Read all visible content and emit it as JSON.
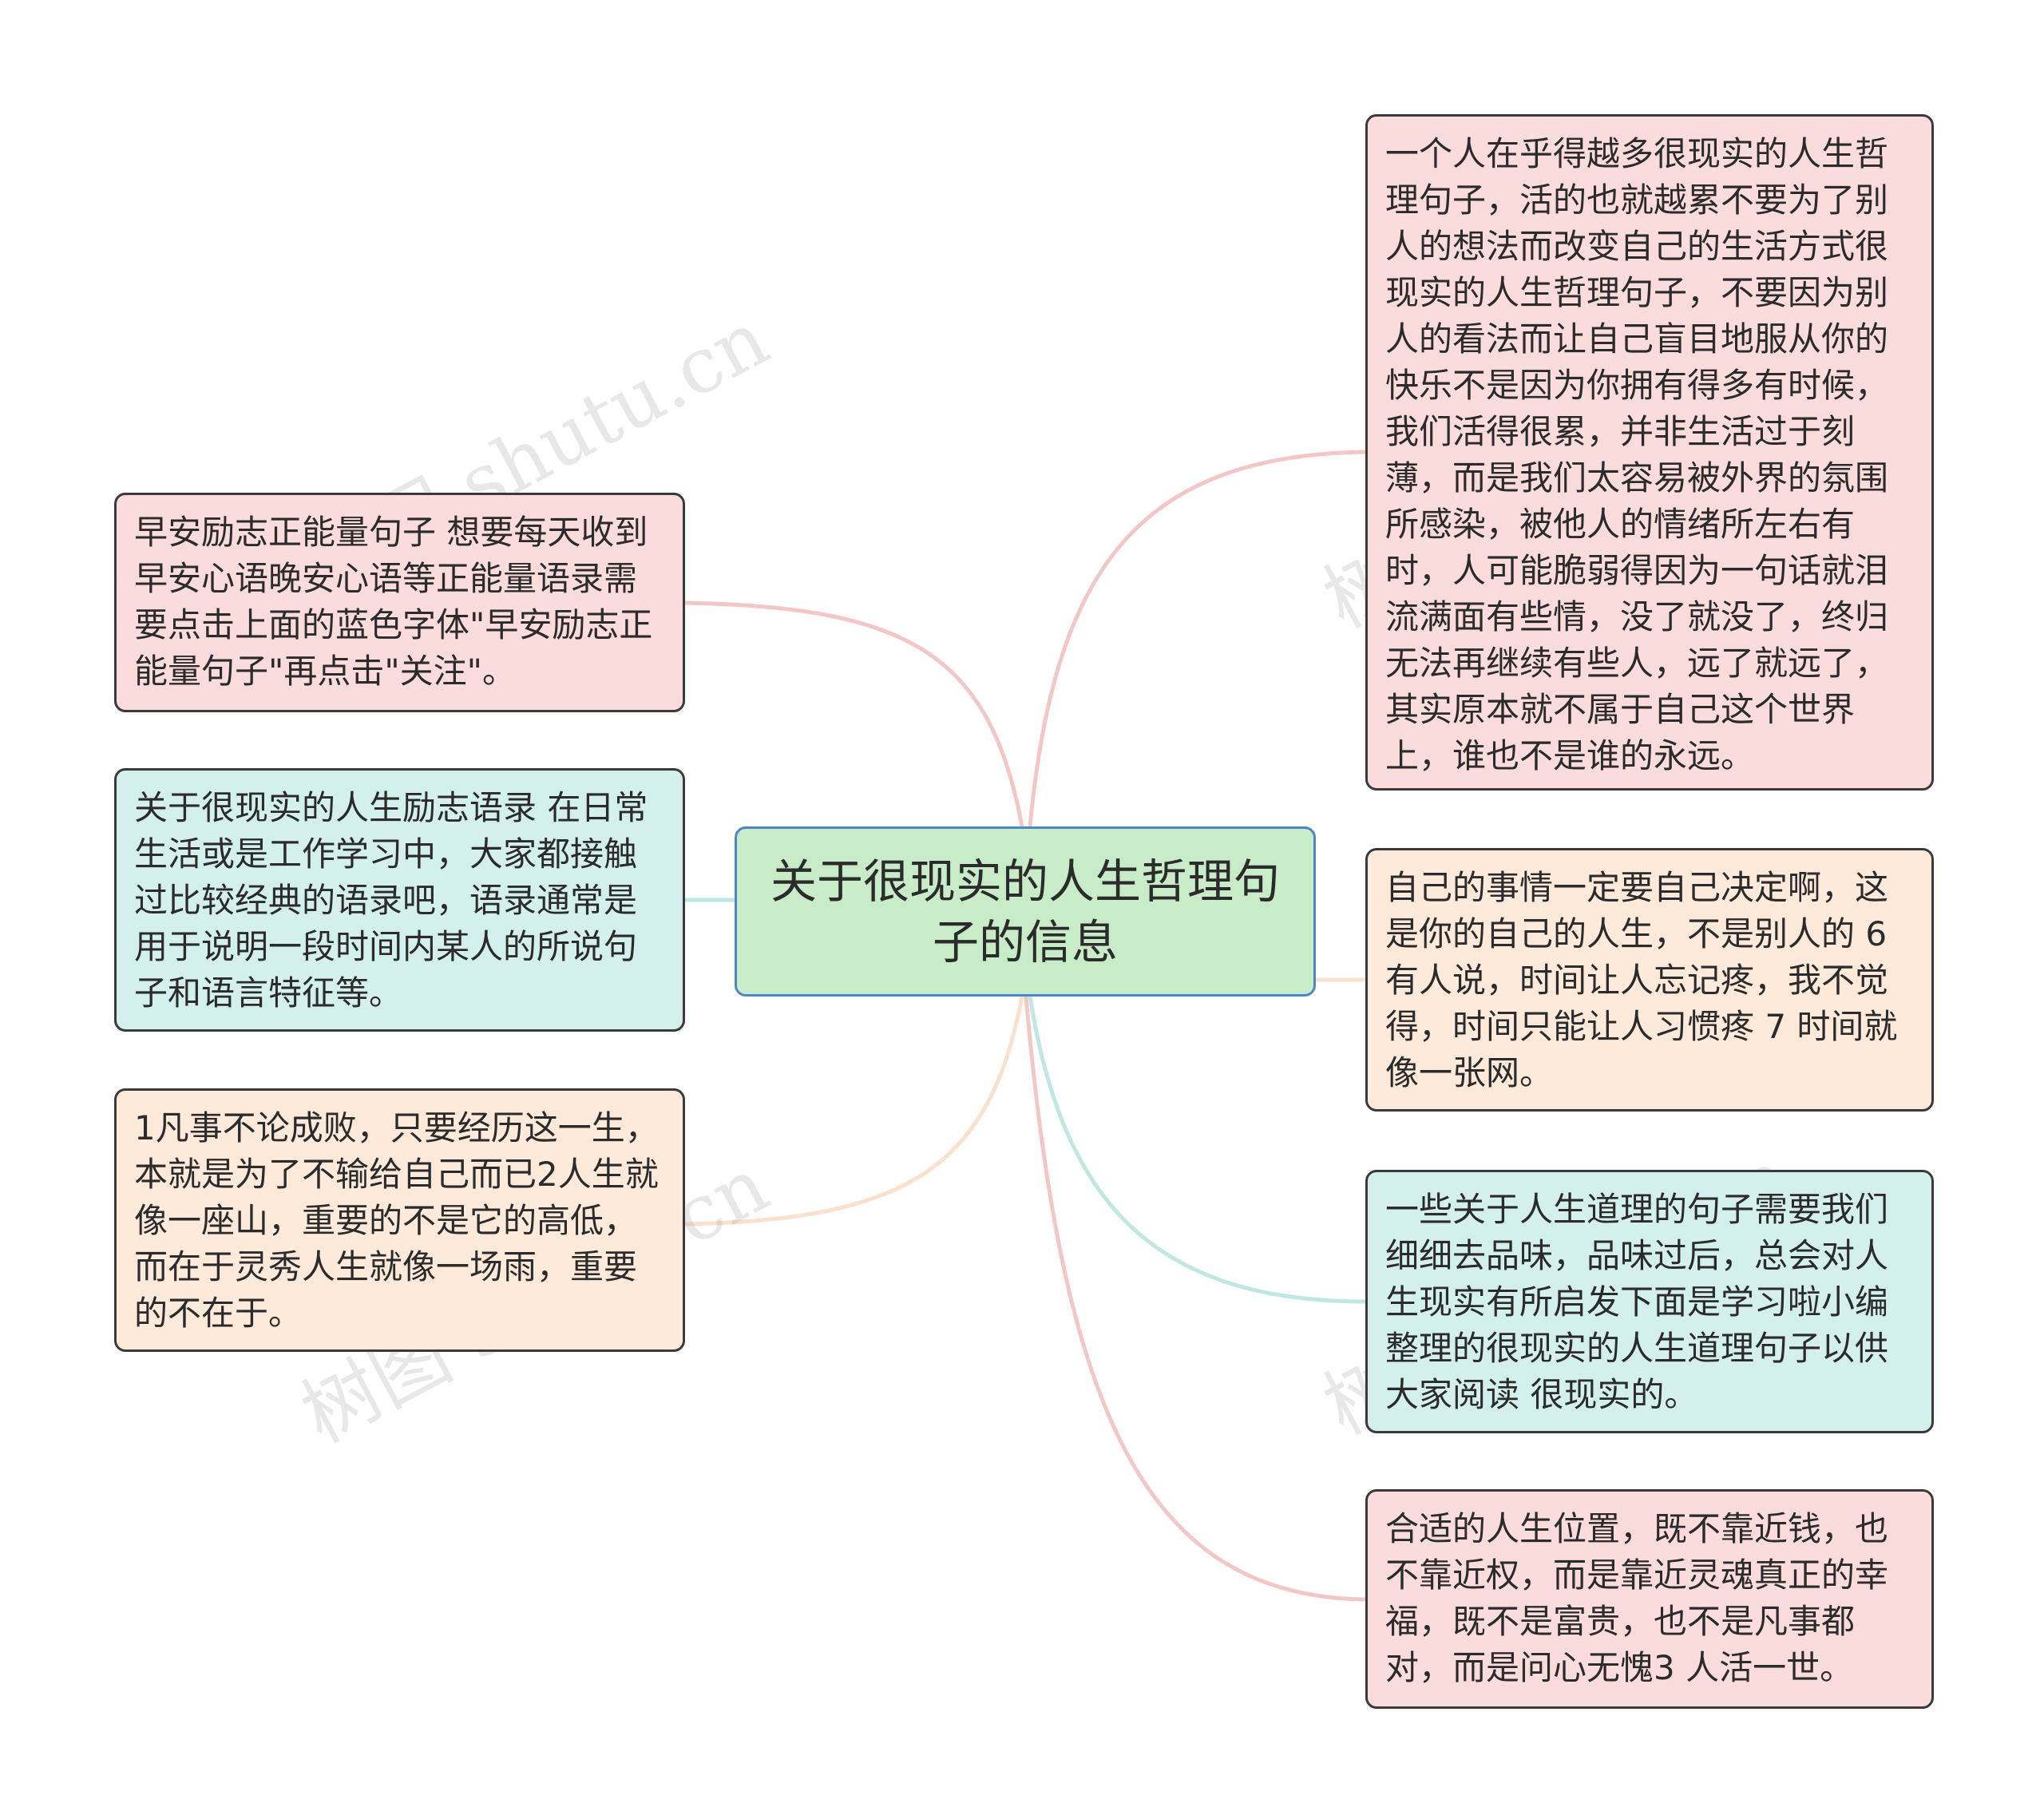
{
  "colors": {
    "pink_fill": "#fadcdc",
    "teal_fill": "#d3f0ec",
    "peach_fill": "#fdeadb",
    "green_fill": "#c8ebc8",
    "pink_line": "#f4c7c7",
    "teal_line": "#bfe8e2",
    "peach_line": "#fbe1cd"
  },
  "central_topic": "关于很现实的人生哲理句子的信息",
  "nodes": [
    {
      "id": "left-1",
      "side": "left",
      "color": "pink",
      "text": "早安励志正能量句子 想要每天收到早安心语晚安心语等正能量语录需要点击上面的蓝色字体\"早安励志正能量句子\"再点击\"关注\"。"
    },
    {
      "id": "left-2",
      "side": "left",
      "color": "teal",
      "text": "关于很现实的人生励志语录 在日常生活或是工作学习中，大家都接触过比较经典的语录吧，语录通常是用于说明一段时间内某人的所说句子和语言特征等。"
    },
    {
      "id": "left-3",
      "side": "left",
      "color": "peach",
      "text": "1凡事不论成败，只要经历这一生，本就是为了不输给自己而已2人生就像一座山，重要的不是它的高低，而在于灵秀人生就像一场雨，重要的不在于。"
    },
    {
      "id": "right-1",
      "side": "right",
      "color": "pink",
      "text": "一个人在乎得越多很现实的人生哲理句子，活的也就越累不要为了别人的想法而改变自己的生活方式很现实的人生哲理句子，不要因为别人的看法而让自己盲目地服从你的快乐不是因为你拥有得多有时候，我们活得很累，并非生活过于刻薄，而是我们太容易被外界的氛围所感染，被他人的情绪所左右有时，人可能脆弱得因为一句话就泪流满面有些情，没了就没了，终归无法再继续有些人，远了就远了，其实原本就不属于自己这个世界上，谁也不是谁的永远。"
    },
    {
      "id": "right-2",
      "side": "right",
      "color": "peach",
      "text": "自己的事情一定要自己决定啊，这是你的自己的人生，不是别人的 6 有人说，时间让人忘记疼，我不觉得，时间只能让人习惯疼 7 时间就像一张网。"
    },
    {
      "id": "right-3",
      "side": "right",
      "color": "teal",
      "text": "一些关于人生道理的句子需要我们细细去品味，品味过后，总会对人生现实有所启发下面是学习啦小编整理的很现实的人生道理句子以供大家阅读 很现实的。"
    },
    {
      "id": "right-4",
      "side": "right",
      "color": "pink",
      "text": "合适的人生位置，既不靠近钱，也不靠近权，而是靠近灵魂真正的幸福，既不是富贵，也不是凡事都对，而是问心无愧3 人活一世。"
    }
  ],
  "watermarks": [
    "树图 shutu.cn",
    "树图 shutu.cn",
    "树图 shutu.cn",
    "树图 shutu.cn"
  ]
}
